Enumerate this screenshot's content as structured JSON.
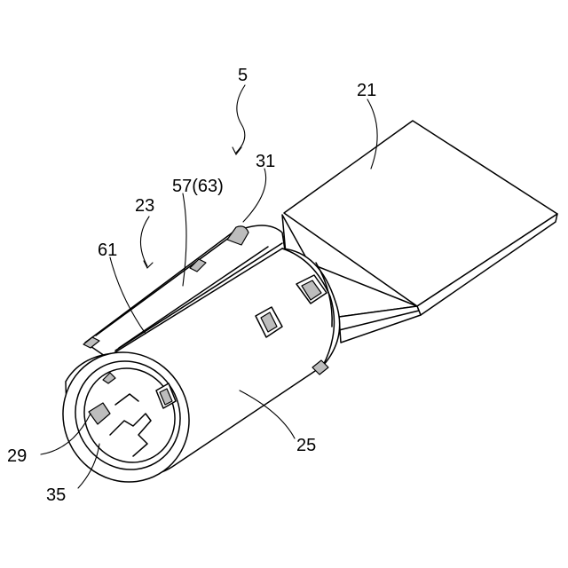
{
  "labels": {
    "ref_5": "5",
    "ref_21": "21",
    "ref_31": "31",
    "ref_57": "57(63)",
    "ref_23": "23",
    "ref_61": "61",
    "ref_25": "25",
    "ref_29": "29",
    "ref_35": "35"
  }
}
